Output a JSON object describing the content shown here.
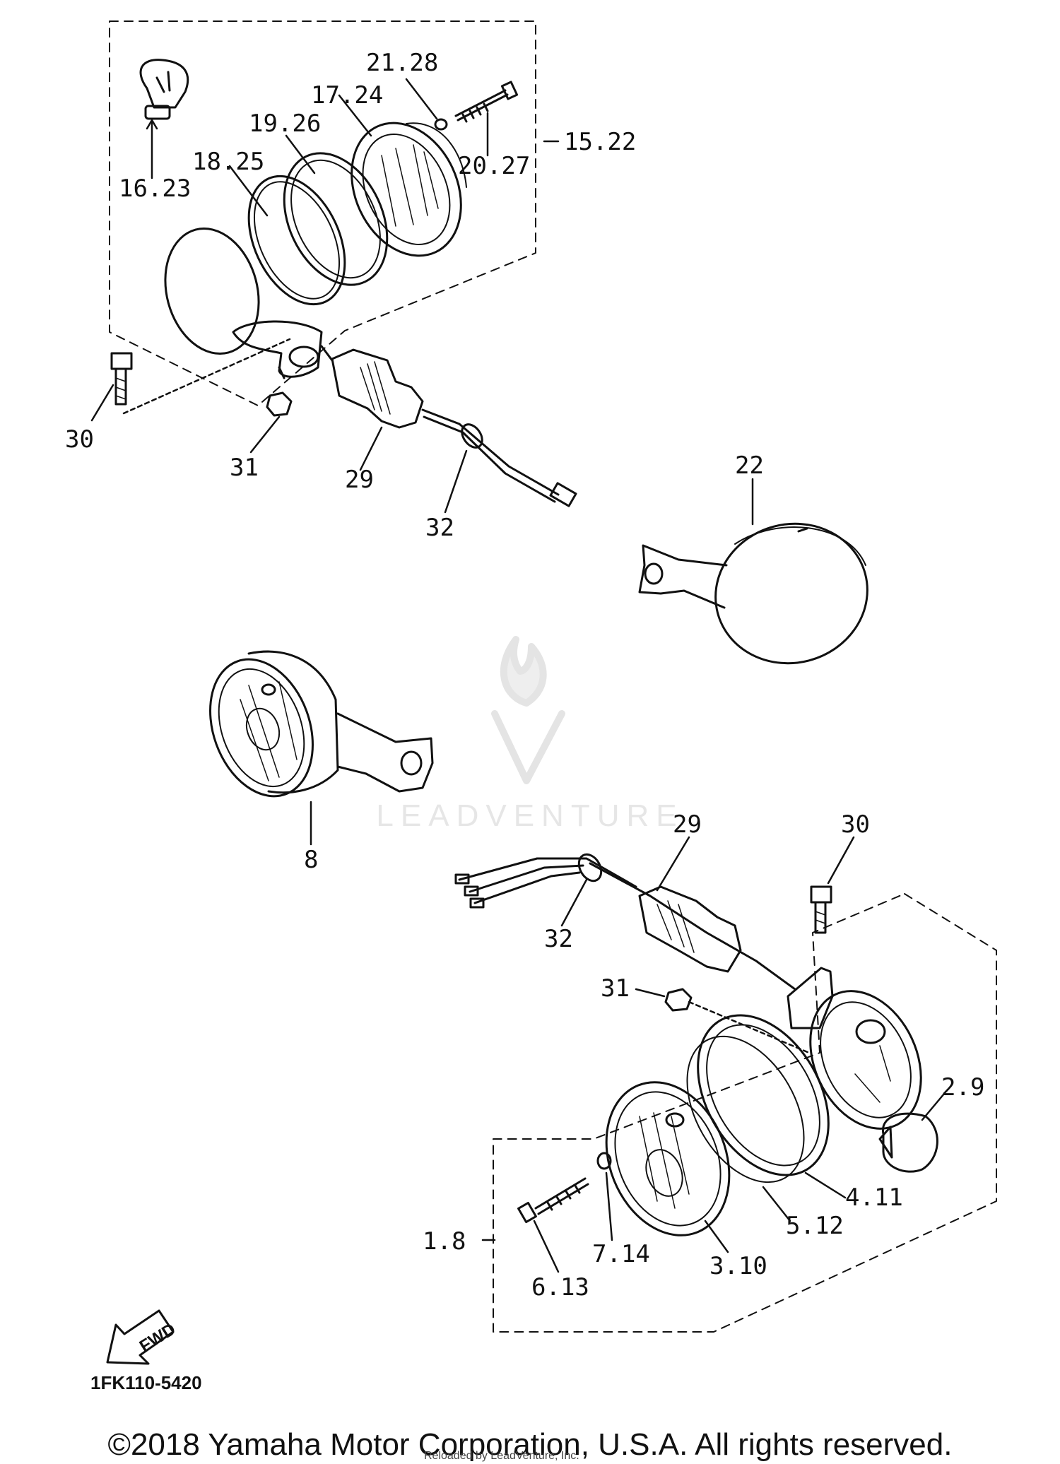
{
  "diagram": {
    "code": "1FK110-5420",
    "copyright": "©2018 Yamaha Motor Corporation, U.S.A. All rights reserved.",
    "subcredit": "Reloaded by LeadVenture, Inc.",
    "watermark": "LEADVENTURE",
    "fwd_label": "FWD",
    "callouts": {
      "c16_23": "16.23",
      "c18_25": "18.25",
      "c19_26": "19.26",
      "c17_24": "17.24",
      "c21_28": "21.28",
      "c20_27": "20.27",
      "c15_22": "15.22",
      "c30_top": "30",
      "c31_top": "31",
      "c29_top": "29",
      "c32_top": "32",
      "c22": "22",
      "c8": "8",
      "c29_bot": "29",
      "c30_bot": "30",
      "c32_bot": "32",
      "c31_bot": "31",
      "c2_9": "2.9",
      "c4_11": "4.11",
      "c5_12": "5.12",
      "c1_8": "1.8",
      "c7_14": "7.14",
      "c3_10": "3.10",
      "c6_13": "6.13"
    }
  }
}
